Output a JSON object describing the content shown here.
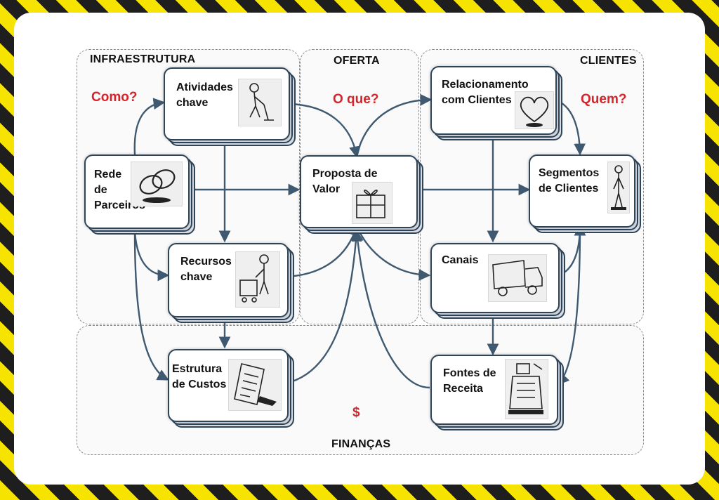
{
  "regions": {
    "infra": "INFRAESTRUTURA",
    "oferta": "OFERTA",
    "clientes": "CLIENTES",
    "financas": "FINANÇAS"
  },
  "questions": {
    "como": "Como?",
    "oque": "O que?",
    "quem": "Quem?",
    "dollar": "$"
  },
  "blocks": {
    "atividades": "Atividades\nchave",
    "rede": "Rede\nde\nParceiros",
    "recursos": "Recursos\nchave",
    "custos": "Estrutura\nde Custos",
    "proposta": "Proposta de\nValor",
    "relacionamento": "Relacionamento\ncom Clientes",
    "segmentos": "Segmentos\nde Clientes",
    "canais": "Canais",
    "receita": "Fontes de\nReceita"
  },
  "icons": {
    "atividades": "person-digging-icon",
    "rede": "chain-links-icon",
    "recursos": "person-with-cart-icon",
    "custos": "receipt-icon",
    "proposta": "gift-box-icon",
    "relacionamento": "heart-icon",
    "segmentos": "standing-person-icon",
    "canais": "truck-icon",
    "receita": "cash-register-icon"
  },
  "colors": {
    "accent_red": "#d6242b",
    "box_border": "#2d4459",
    "arrow": "#3f5a70",
    "stripe_yellow": "#f7e300",
    "stripe_black": "#1e1e1e"
  }
}
